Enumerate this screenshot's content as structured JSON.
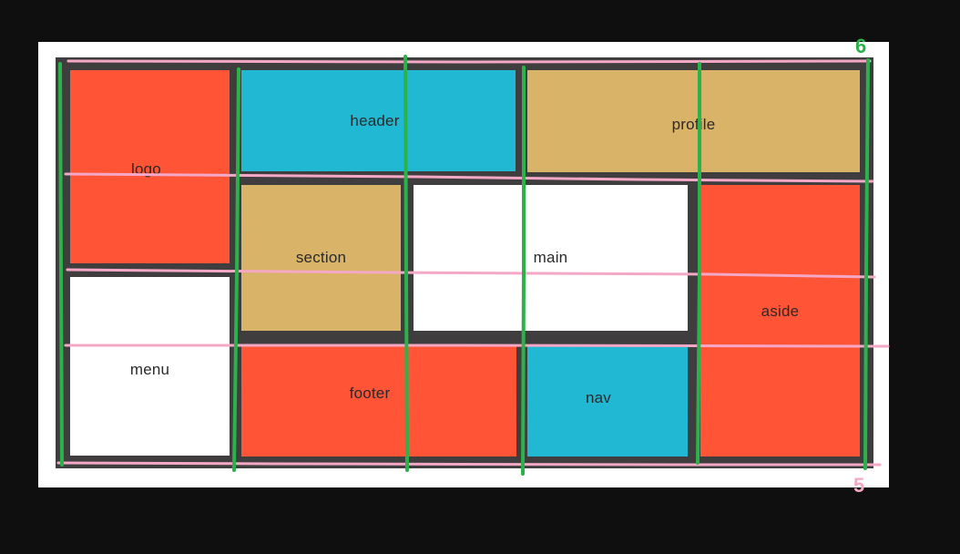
{
  "colors": {
    "background": "#0f0f10",
    "paper": "#ffffff",
    "frame": "#3f3d3e",
    "red": "#ff5436",
    "blue": "#20b8d3",
    "tan": "#d9b367",
    "white": "#ffffff",
    "green_line": "#2bb24a",
    "pink_line": "#f4a8c6"
  },
  "areas": [
    {
      "id": "logo",
      "label": "logo",
      "color": "red"
    },
    {
      "id": "header",
      "label": "header",
      "color": "blue"
    },
    {
      "id": "profile",
      "label": "profile",
      "color": "tan"
    },
    {
      "id": "section",
      "label": "section",
      "color": "tan"
    },
    {
      "id": "main",
      "label": "main",
      "color": "white"
    },
    {
      "id": "aside",
      "label": "aside",
      "color": "red"
    },
    {
      "id": "menu",
      "label": "menu",
      "color": "white"
    },
    {
      "id": "footer",
      "label": "footer",
      "color": "red"
    },
    {
      "id": "nav",
      "label": "nav",
      "color": "blue"
    }
  ],
  "markers": {
    "column_lines_count": "6",
    "row_lines_count": "5"
  }
}
